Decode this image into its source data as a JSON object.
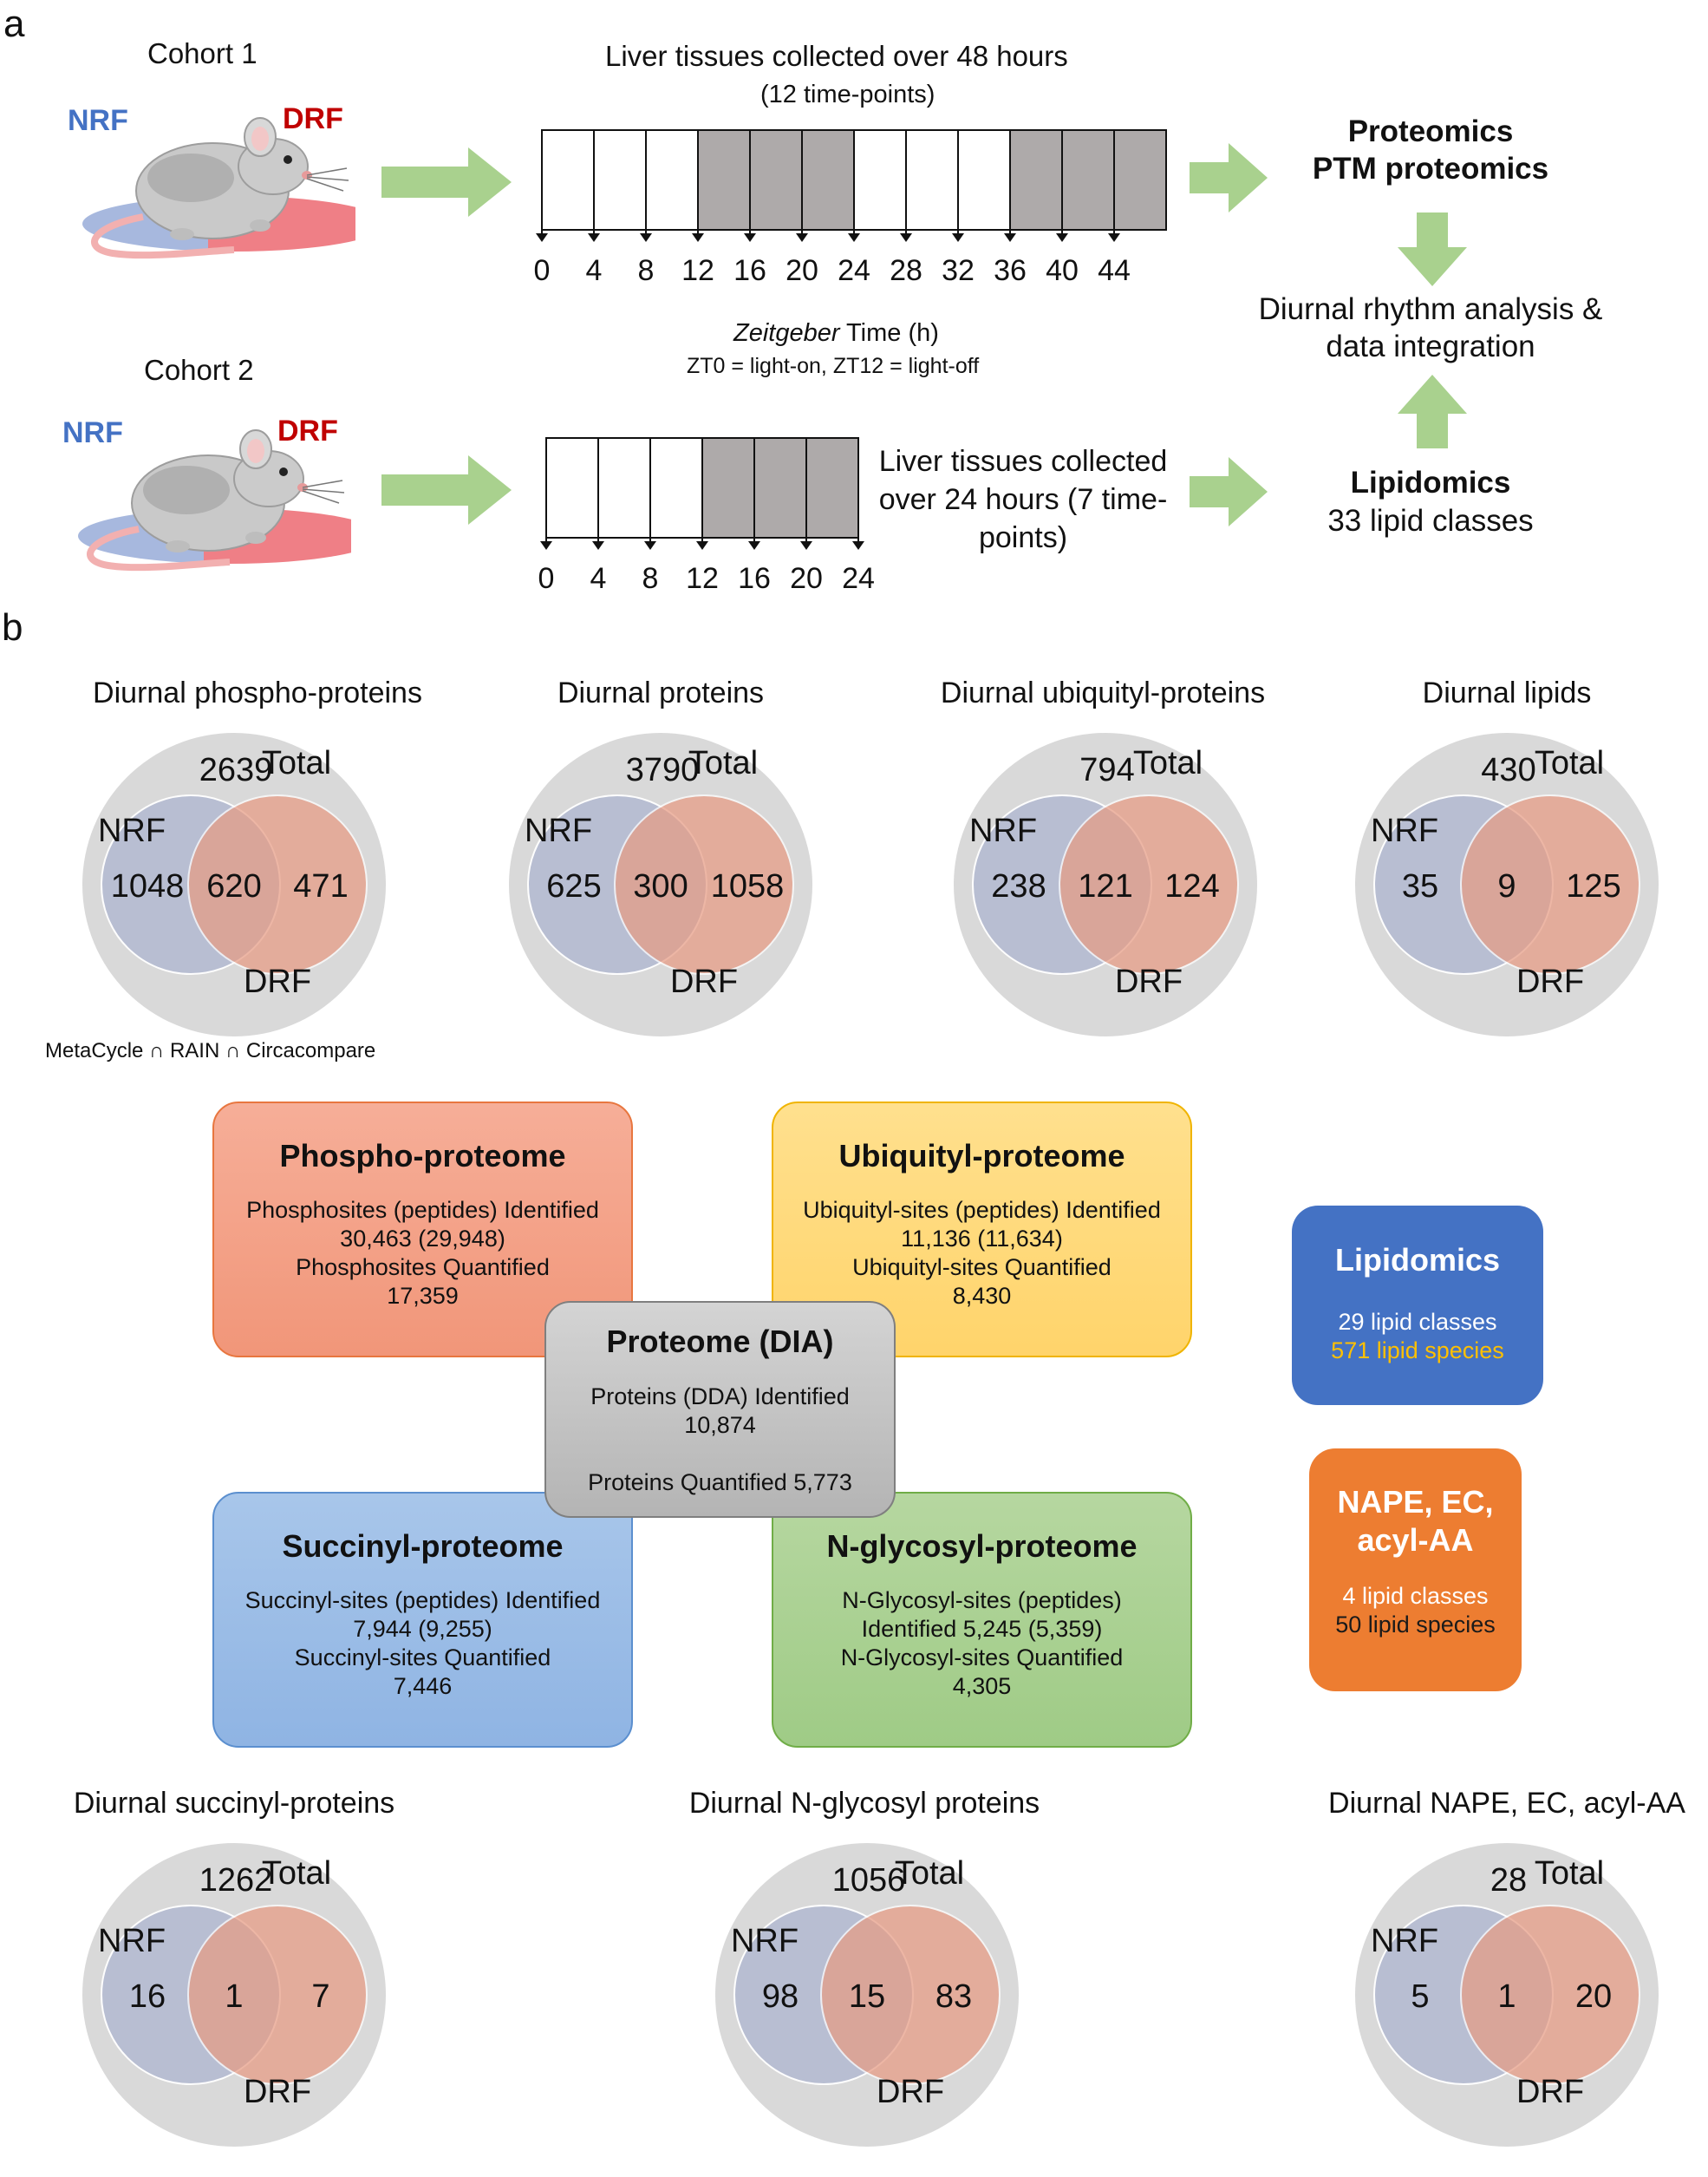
{
  "panel_a": {
    "letter": "a",
    "cohort1": {
      "label": "Cohort 1",
      "nrf": "NRF",
      "drf": "DRF"
    },
    "cohort2": {
      "label": "Cohort 2",
      "nrf": "NRF",
      "drf": "DRF"
    },
    "timeline1": {
      "title": "Liver tissues collected over 48 hours",
      "subtitle": "(12 time-points)",
      "ticks": [
        "0",
        "4",
        "8",
        "12",
        "16",
        "20",
        "24",
        "28",
        "32",
        "36",
        "40",
        "44"
      ],
      "shading": [
        0,
        0,
        0,
        1,
        1,
        1,
        0,
        0,
        0,
        1,
        1,
        1
      ]
    },
    "axis_label_italic": "Zeitgeber",
    "axis_label_rest": " Time (h)",
    "axis_note": "ZT0 = light-on, ZT12 = light-off",
    "timeline2": {
      "caption": [
        "Liver tissues collected",
        "over 24 hours (7 time-",
        "points)"
      ],
      "ticks": [
        "0",
        "4",
        "8",
        "12",
        "16",
        "20",
        "24"
      ],
      "shading": [
        0,
        0,
        0,
        1,
        1,
        1
      ]
    },
    "outputs": {
      "proteomics": "Proteomics",
      "ptm": "PTM proteomics",
      "analysis_1": "Diurnal rhythm analysis &",
      "analysis_2": "data integration",
      "lipidomics": "Lipidomics",
      "lipid_classes": "33 lipid classes"
    },
    "colors": {
      "nrf": "#4472c4",
      "drf": "#c00000",
      "arrow": "#a9d18e",
      "dark": "#aeaaaa"
    }
  },
  "panel_b": {
    "letter": "b",
    "method_note": "MetaCycle ∩ RAIN ∩ Circacompare",
    "venns": [
      {
        "title": "Diurnal phospho-proteins",
        "total": "2639",
        "nrf_only": "1048",
        "both": "620",
        "drf_only": "471"
      },
      {
        "title": "Diurnal proteins",
        "total": "3790",
        "nrf_only": "625",
        "both": "300",
        "drf_only": "1058"
      },
      {
        "title": "Diurnal ubiquityl-proteins",
        "total": "794",
        "nrf_only": "238",
        "both": "121",
        "drf_only": "124"
      },
      {
        "title": "Diurnal lipids",
        "total": "430",
        "nrf_only": "35",
        "both": "9",
        "drf_only": "125"
      },
      {
        "title": "Diurnal succinyl-proteins",
        "total": "1262",
        "nrf_only": "16",
        "both": "1",
        "drf_only": "7"
      },
      {
        "title": "Diurnal N-glycosyl proteins",
        "total": "1056",
        "nrf_only": "98",
        "both": "15",
        "drf_only": "83"
      },
      {
        "title": "Diurnal NAPE, EC, acyl-AA",
        "total": "28",
        "nrf_only": "5",
        "both": "1",
        "drf_only": "20"
      }
    ],
    "venn_labels": {
      "total": "Total",
      "nrf": "NRF",
      "drf": "DRF"
    },
    "boxes": {
      "phospho": {
        "title": "Phospho-proteome",
        "lines": [
          "Phosphosites (peptides) Identified",
          "30,463 (29,948)",
          "Phosphosites Quantified",
          "17,359"
        ]
      },
      "ubiquityl": {
        "title": "Ubiquityl-proteome",
        "lines": [
          "Ubiquityl-sites (peptides) Identified",
          "11,136 (11,634)",
          "Ubiquityl-sites Quantified",
          "8,430"
        ]
      },
      "proteome": {
        "title": "Proteome (DIA)",
        "lines": [
          "Proteins (DDA) Identified",
          "10,874",
          "",
          "Proteins Quantified 5,773"
        ]
      },
      "succinyl": {
        "title": "Succinyl-proteome",
        "lines": [
          "Succinyl-sites (peptides) Identified",
          "7,944 (9,255)",
          "Succinyl-sites Quantified",
          "7,446"
        ]
      },
      "glycosyl": {
        "title": "N-glycosyl-proteome",
        "lines": [
          "N-Glycosyl-sites (peptides)",
          "Identified 5,245 (5,359)",
          "N-Glycosyl-sites Quantified",
          "4,305"
        ]
      },
      "lipidomics": {
        "title": "Lipidomics",
        "lines": [
          "29 lipid classes",
          "571 lipid species"
        ]
      },
      "nape": {
        "title_1": "NAPE, EC,",
        "title_2": "acyl-AA",
        "lines": [
          "4 lipid classes",
          "50 lipid species"
        ]
      }
    }
  }
}
